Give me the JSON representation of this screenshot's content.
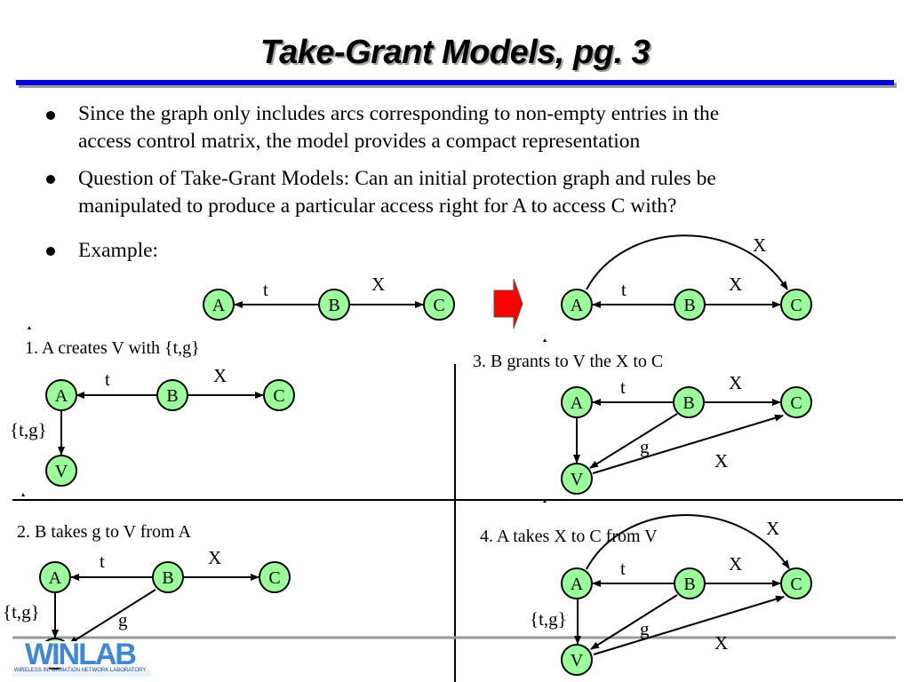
{
  "title": "Take-Grant Models, pg. 3",
  "bullets": [
    {
      "text_line1": "Since the graph only includes arcs corresponding to non-empty entries in the",
      "text_line2": "access control matrix, the model provides a compact representation"
    },
    {
      "text_line1": "Question of Take-Grant Models: Can an initial protection graph and rules be",
      "text_line2": "manipulated to produce a particular access right for A to access C with?"
    },
    {
      "text_line1": "Example:",
      "text_line2": ""
    }
  ],
  "nodes": {
    "A": "A",
    "B": "B",
    "C": "C",
    "V": "V"
  },
  "edge_labels": {
    "t": "t",
    "X": "X",
    "g": "g",
    "tg": "{t,g}"
  },
  "steps": {
    "s1": "1. A creates V with {t,g}",
    "s2": "2. B takes g to V from A",
    "s3": "3. B grants to V the X to C",
    "s4": "4. A takes X to C from V"
  },
  "logo": {
    "name": "WINLAB",
    "subtitle": "WIRELESS INFORMATION NETWORK LABORATORY"
  },
  "colors": {
    "node_fill": "#99ff99",
    "title_bar": "#0000e0",
    "arrow_red": "#ff0000",
    "logo_blue": "#3d86d9"
  }
}
